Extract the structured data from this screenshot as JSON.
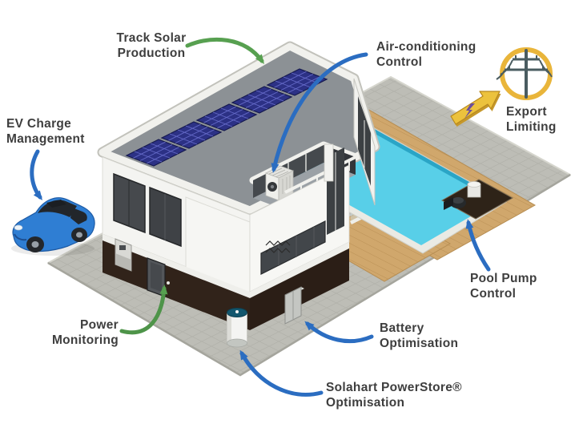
{
  "labels": {
    "track_solar": "Track Solar\nProduction",
    "ev_charge": "EV Charge\nManagement",
    "air_conditioning": "Air-conditioning\nControl",
    "export_limiting": "Export\nLimiting",
    "pool_pump": "Pool Pump\nControl",
    "power_monitoring": "Power\nMonitoring",
    "battery": "Battery\nOptimisation",
    "powerstore": "Solahart PowerStore®\nOptimisation"
  },
  "icons": {
    "export_grid": "power-pole-icon"
  },
  "colors": {
    "label_text": "#3E3E3E",
    "arrow_green": "#57A050",
    "arrow_blue": "#2B6DC1",
    "export_arrow_yellow": "#ECC23D",
    "export_ring_gold": "#E9B53A",
    "pole_icon": "#4A5C60",
    "pool_water": "#58CFE8",
    "car_blue": "#2F7ED3",
    "solar_panel_blue": "#2C3185",
    "roof_gray": "#8C9195",
    "wall_dark_brown": "#31231A",
    "deck_wood": "#D0A76C",
    "pavement": "#BDBDB6"
  }
}
